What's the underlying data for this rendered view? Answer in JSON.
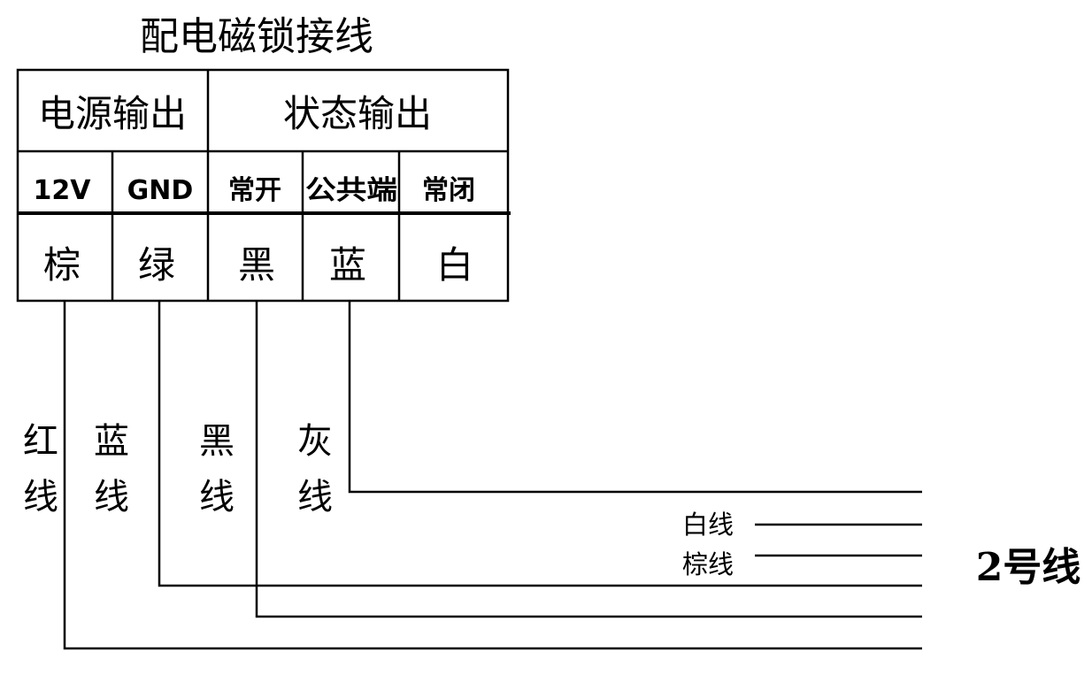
{
  "title": "配电磁锁接线",
  "table": {
    "groups": [
      {
        "label": "电源输出"
      },
      {
        "label": "状态输出"
      }
    ],
    "terminals": [
      {
        "label": "12V",
        "color": "棕"
      },
      {
        "label": "GND",
        "color": "绿"
      },
      {
        "label": "常开",
        "color": "黑"
      },
      {
        "label": "公共端",
        "color": "蓝"
      },
      {
        "label": "常闭",
        "color": "白"
      }
    ]
  },
  "wires": [
    {
      "c1": "红",
      "c2": "线"
    },
    {
      "c1": "蓝",
      "c2": "线"
    },
    {
      "c1": "黑",
      "c2": "线"
    },
    {
      "c1": "灰",
      "c2": "线"
    }
  ],
  "extra_wires": [
    {
      "label": "白线"
    },
    {
      "label": "棕线"
    }
  ],
  "cable_label": "2号线"
}
